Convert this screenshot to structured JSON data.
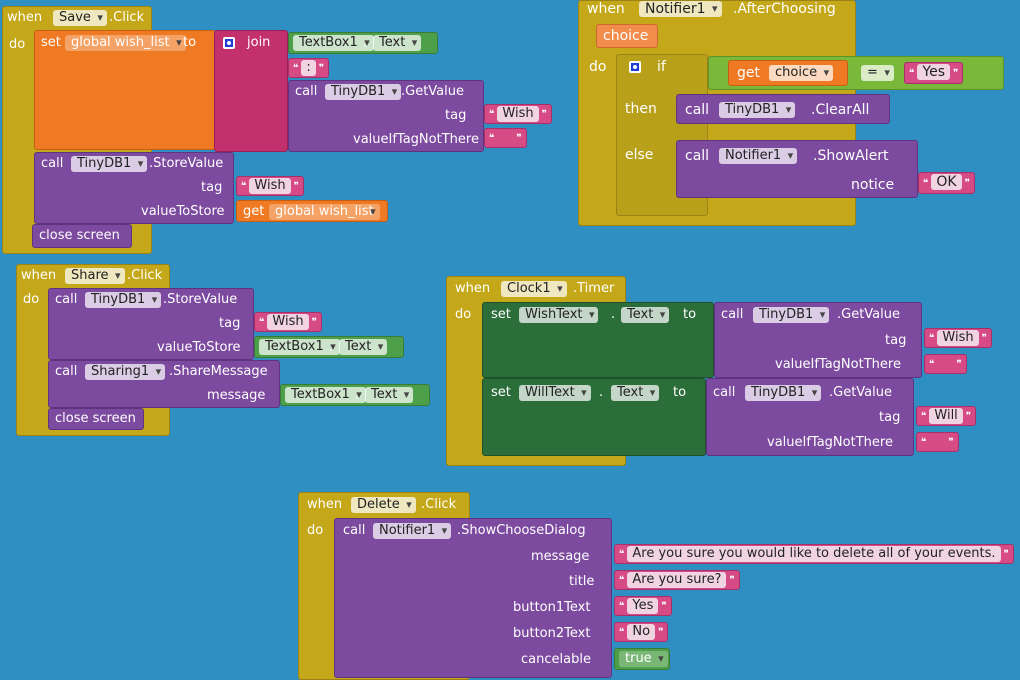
{
  "kw": {
    "when": "when",
    "do": "do",
    "set": "set",
    "to": "to",
    "call": "call",
    "get": "get",
    "join": "join",
    "if": "if",
    "then": "then",
    "else": "else",
    "dot": "."
  },
  "save": {
    "component": "Save",
    "event": ".Click",
    "var": "global wish_list",
    "tb": "TextBox1",
    "text": "Text",
    "colon": ":",
    "db": "TinyDB1",
    "getvalue": ".GetValue",
    "tag_label": "tag",
    "tag_value": "Wish",
    "vitnt": "valueIfTagNotThere",
    "empty": "",
    "storevalue": ".StoreValue",
    "vts": "valueToStore",
    "get_var": "global wish_list",
    "close": "close screen"
  },
  "share": {
    "component": "Share",
    "event": ".Click",
    "db": "TinyDB1",
    "storevalue": ".StoreValue",
    "tag_label": "tag",
    "tag_value": "Wish",
    "vts": "valueToStore",
    "tb": "TextBox1",
    "text": "Text",
    "sharing": "Sharing1",
    "sharemsg": ".ShareMessage",
    "message_label": "message",
    "close": "close screen"
  },
  "notifier_after": {
    "component": "Notifier1",
    "event": ".AfterChoosing",
    "param": "choice",
    "get_var": "choice",
    "eq": "=",
    "yes": "Yes",
    "db": "TinyDB1",
    "clearall": ".ClearAll",
    "notifier": "Notifier1",
    "showalert": ".ShowAlert",
    "notice_label": "notice",
    "ok": "OK"
  },
  "clock": {
    "component": "Clock1",
    "event": ".Timer",
    "wishtext": "WishText",
    "willtext": "WillText",
    "text": "Text",
    "db": "TinyDB1",
    "getvalue": ".GetValue",
    "tag_label": "tag",
    "vitnt": "valueIfTagNotThere",
    "wish": "Wish",
    "will": "Will",
    "empty": ""
  },
  "delete": {
    "component": "Delete",
    "event": ".Click",
    "notifier": "Notifier1",
    "method": ".ShowChooseDialog",
    "message_label": "message",
    "message_value": "Are you sure you would like to delete all of your events.",
    "title_label": "title",
    "title_value": "Are you sure?",
    "b1_label": "button1Text",
    "b1_value": "Yes",
    "b2_label": "button2Text",
    "b2_value": "No",
    "cancel_label": "cancelable",
    "cancel_value": "true"
  }
}
